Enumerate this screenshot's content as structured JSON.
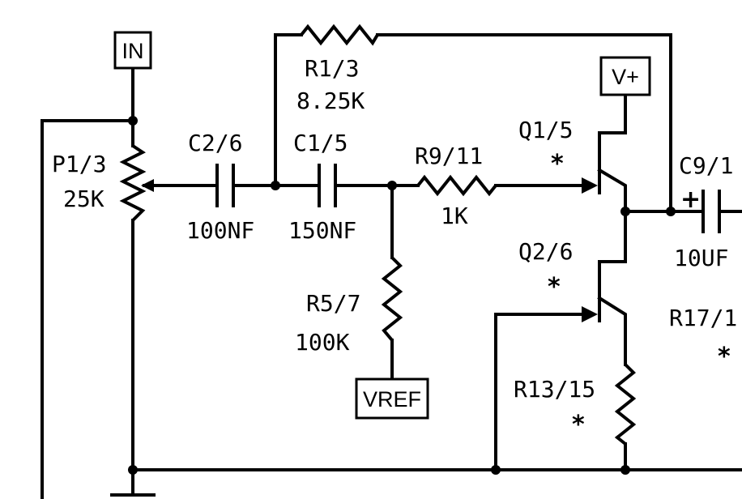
{
  "ports": {
    "in": "IN",
    "vplus": "V+",
    "vref": "VREF"
  },
  "components": {
    "p1": {
      "ref": "P1/3",
      "value": "25K"
    },
    "c2": {
      "ref": "C2/6",
      "value": "100NF"
    },
    "c1": {
      "ref": "C1/5",
      "value": "150NF"
    },
    "r1": {
      "ref": "R1/3",
      "value": "8.25K"
    },
    "r9": {
      "ref": "R9/11",
      "value": "1K"
    },
    "r5": {
      "ref": "R5/7",
      "value": "100K"
    },
    "q1": {
      "ref": "Q1/5",
      "mark": "*"
    },
    "q2": {
      "ref": "Q2/6",
      "mark": "*"
    },
    "c9": {
      "ref": "C9/1",
      "value": "10UF",
      "polarity": "+"
    },
    "r17": {
      "ref": "R17/1",
      "mark": "*"
    },
    "r13": {
      "ref": "R13/15",
      "mark": "*"
    }
  }
}
